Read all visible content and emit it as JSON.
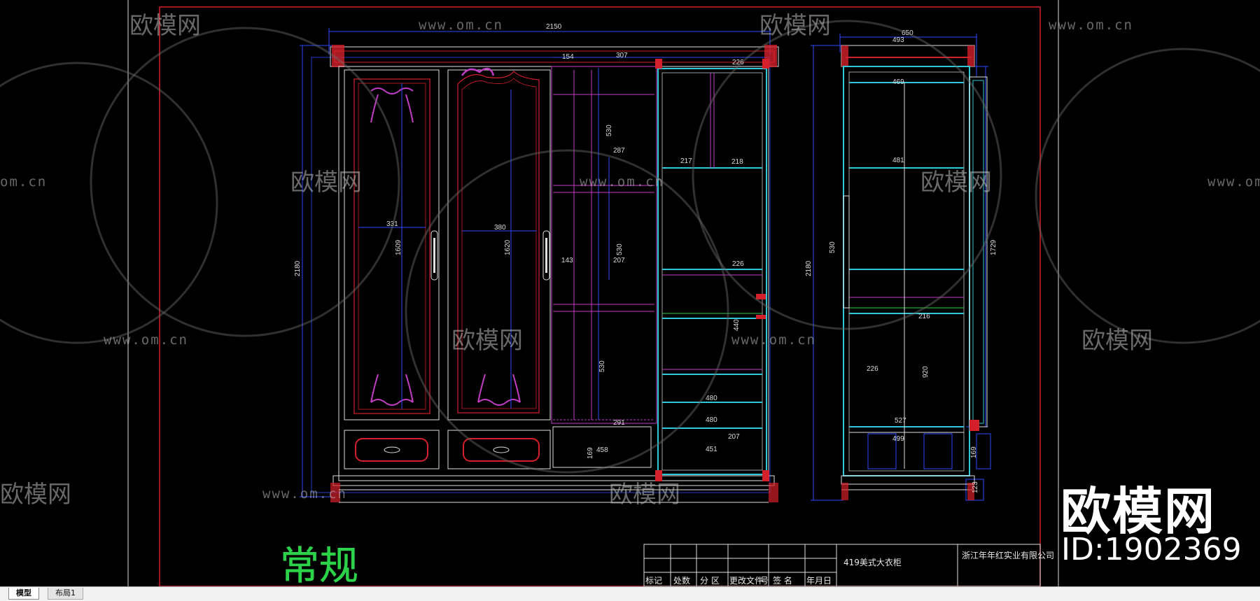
{
  "dimensions": {
    "overall_width": "2150",
    "overall_height": "2180",
    "segment_154": "154",
    "segment_307": "307",
    "segment_226_top": "226",
    "door1_width": "331",
    "door1_height": "1609",
    "door2_width": "380",
    "door2_height": "1620",
    "shelf_530_top": "530",
    "shelf_287": "287",
    "left_143": "143",
    "shelf_207_mid": "207",
    "shelf_530_mid": "530",
    "shelf_530_low": "530",
    "drawer_291": "291",
    "drawer_458": "458",
    "drawer_169": "169",
    "col_217": "217",
    "col_218": "218",
    "col_226_mid": "226",
    "col_440": "440",
    "col_480_a": "480",
    "col_480_b": "480",
    "col_207_low": "207",
    "col_451": "451",
    "side_width": "650",
    "side_493": "493",
    "side_469": "469",
    "side_481": "481",
    "side_1729": "1729",
    "side_530": "530",
    "side_2180": "2180",
    "side_216": "216",
    "side_226": "226",
    "side_920": "920",
    "side_527": "527",
    "side_499": "499",
    "side_169": "169",
    "side_123": "123"
  },
  "annotation": {
    "label": "常规"
  },
  "title_block": {
    "product": "419美式大衣柜",
    "company": "浙江年年红实业有限公司",
    "row_labels": [
      "标记",
      "处数",
      "分 区",
      "更改文件",
      "号",
      "签 名",
      "年月日"
    ]
  },
  "watermark": {
    "brand": "欧模网",
    "url": "www.om.cn",
    "url_partial": "om.cn",
    "id": "ID:1902369"
  },
  "tabs": [
    {
      "label": "模型"
    },
    {
      "label": "布局1"
    }
  ],
  "colors": {
    "background": "#000000",
    "frame_red": "#d4202a",
    "dimension_blue": "#2b4cff",
    "magenta": "#c23cc6",
    "cyan": "#31c7d8",
    "annotation_green": "#2bd24a"
  }
}
